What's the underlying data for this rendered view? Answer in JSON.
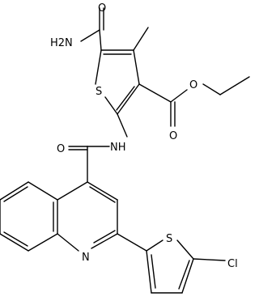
{
  "labels": {
    "amide_nh2": "H2N",
    "amide_o": "O",
    "thiophene_s": "S",
    "ester_o_carbonyl": "O",
    "ester_o_ether": "O",
    "nh": "NH",
    "amide2_o": "O",
    "quinoline_n": "N",
    "thiophene2_s": "S",
    "chloro": "Cl"
  },
  "colors": {
    "ink": "#000000",
    "background": "#ffffff"
  }
}
